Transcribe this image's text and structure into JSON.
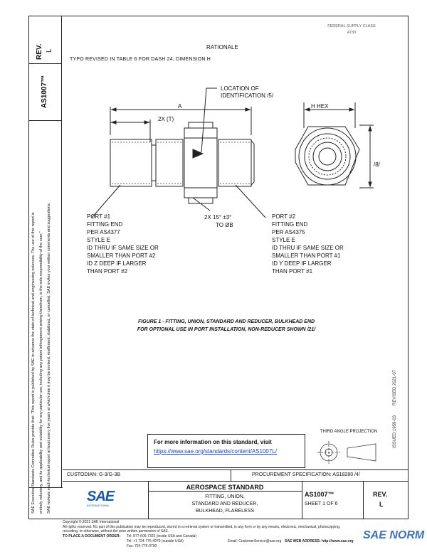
{
  "left_margin": {
    "rev_label": "REV.",
    "rev_value": "L",
    "doc_number": "AS1007™",
    "legal_1": "SAE Executive Standards Committee Rules provide that: \"This report is published by SAE to advance the state of technical and engineering sciences. The use of this report is",
    "legal_2": "entirely voluntary, and its applicability and suitability for any particular use, including any patent infringement arising therefrom, is the sole responsibility of the user.\"",
    "legal_3": "SAE reviews each technical report at least every five years at which time it may be revised, reaffirmed, stabilized, or cancelled. SAE invites your written comments and suggestions."
  },
  "right_margin": {
    "issued": "ISSUED 1959-03",
    "revised": "REVISED 2021-07"
  },
  "stamp": {
    "line1": "FEDERAL SUPPLY CLASS",
    "line2": "4730"
  },
  "rationale": "RATIONALE",
  "typo_note": "TYPO REVISED IN TABLE 6 FOR DASH 24, DIMENSION H",
  "drawing": {
    "location_line1": "LOCATION OF",
    "location_line2": "IDENTIFICATION /5/",
    "dim_a": "A",
    "dim_2x": "2X (T)",
    "dim_hhex": "H HEX",
    "dim_8": "/8/",
    "chamfer_line1": "2X 15° ±3°",
    "chamfer_line2": "TO ØB",
    "port1_lines": [
      "PORT #1",
      "FITTING END",
      "PER AS4377",
      "STYLE E",
      "ID THRU IF SAME SIZE OR",
      "SMALLER THAN PORT #2",
      "ID Z DEEP IF LARGER",
      "THAN PORT #2"
    ],
    "port2_lines": [
      "PORT #2",
      "FITTING END",
      "PER AS4375",
      "STYLE E",
      "ID THRU IF SAME SIZE OR",
      "SMALLER THAN PORT #1",
      "ID Y DEEP IF LARGER",
      "THAN PORT #1"
    ]
  },
  "caption_line1": "FIGURE 1 - FITTING, UNION, STANDARD AND REDUCER, BULKHEAD END",
  "caption_line2": "FOR OPTIONAL USE IN PORT INSTALLATION, NON-REDUCER SHOWN /21/",
  "info_box": {
    "text": "For more information on this standard, visit",
    "link": "https://www.sae.org/standards/content/AS1007L/"
  },
  "third_angle": "THIRD ANGLE PROJECTION",
  "title_block": {
    "custodian": "CUSTODIAN: G-3/G-3B",
    "procurement": "PROCUREMENT SPECIFICATION: AS18280 /4/",
    "logo_text": "SAE",
    "logo_sub": "INTERNATIONAL",
    "standard_type": "AEROSPACE STANDARD",
    "title_1": "FITTING, UNION,",
    "title_2": "STANDARD AND REDUCER,",
    "title_3": "BULKHEAD, FLARELESS",
    "doc_number": "AS1007™",
    "sheet": "SHEET 1 OF 6",
    "rev_label": "REV.",
    "rev_value": "L"
  },
  "footer": {
    "copyright": "Copyright © 2021 SAE International",
    "rights": "All rights reserved. No part of this publication may be reproduced, stored in a retrieval system or transmitted, in any form or by any means, electronic, mechanical, photocopying,",
    "rights2": "recording, or otherwise, without the prior written permission of SAE.",
    "order_label": "TO PLACE A DOCUMENT ORDER:",
    "tel": "Tel: 877-606-7323 (inside USA and Canada)",
    "tel2": "Tel: +1 724-776-4970 (outside USA)",
    "fax": "Fax: 724-776-0790",
    "email": "Email: CustomerService@sae.org",
    "web": "SAE WEB ADDRESS: http://www.sae.org"
  },
  "watermark": "SAE NORM"
}
